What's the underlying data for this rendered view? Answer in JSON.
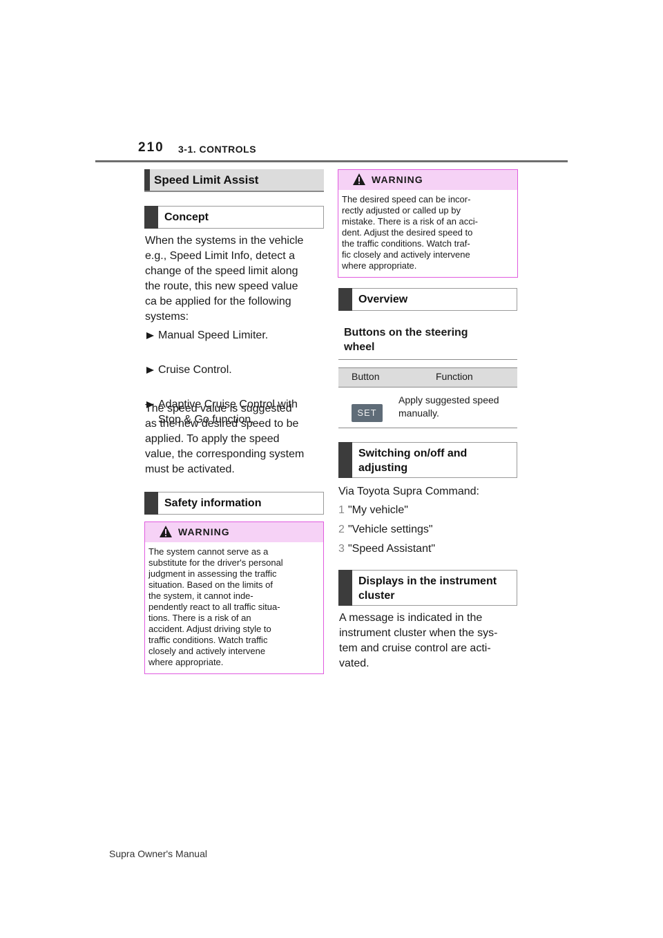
{
  "header": {
    "page_number": "210",
    "section": "3-1. CONTROLS"
  },
  "left": {
    "main_heading": "Speed Limit Assist",
    "concept_heading": "Concept",
    "concept_lines": [
      "When the systems in the vehicle",
      "e.g., Speed Limit Info, detect a",
      "change of the speed limit along",
      "the route, this new speed value",
      "ca be applied for the following",
      "systems:"
    ],
    "bullets": [
      [
        "Manual Speed Limiter."
      ],
      [
        "Cruise Control."
      ],
      [
        "Adaptive Cruise Control with",
        "Stop & Go function."
      ]
    ],
    "suggest_lines": [
      "The speed value is suggested",
      "as the new desired speed to be",
      "applied. To apply the speed",
      "value, the corresponding system",
      "must be activated."
    ],
    "safety_heading": "Safety information",
    "warning": {
      "label": "WARNING",
      "icon": "warning-triangle-icon",
      "lines": [
        "The system cannot serve as a",
        "substitute for the driver's personal",
        "judgment in assessing the traffic",
        "situation. Based on the limits of",
        "the system, it cannot inde-",
        "pendently react to all traffic situa-",
        "tions. There is a risk of an",
        "accident. Adjust driving style to",
        "traffic conditions. Watch traffic",
        "closely and actively intervene",
        "where appropriate."
      ]
    }
  },
  "right": {
    "warning": {
      "label": "WARNING",
      "icon": "warning-triangle-icon",
      "lines": [
        "The desired speed can be incor-",
        "rectly adjusted or called up by",
        "mistake. There is a risk of an acci-",
        "dent. Adjust the desired speed to",
        "the traffic conditions. Watch traf-",
        "fic closely and actively intervene",
        "where appropriate."
      ]
    },
    "overview_heading": "Overview",
    "buttons_heading_lines": [
      "Buttons on the steering",
      "wheel"
    ],
    "table": {
      "headers": [
        "Button",
        "Function"
      ],
      "rows": [
        {
          "button_label": "SET",
          "function_lines": [
            "Apply suggested speed",
            "manually."
          ]
        }
      ]
    },
    "switching_heading_lines": [
      "Switching on/off and",
      "adjusting"
    ],
    "command_intro": "Via Toyota Supra Command:",
    "steps": [
      {
        "num": "1",
        "text": "\"My vehicle\""
      },
      {
        "num": "2",
        "text": "\"Vehicle settings\""
      },
      {
        "num": "3",
        "text": "\"Speed Assistant\""
      }
    ],
    "displays_heading_lines": [
      "Displays in the instrument",
      "cluster"
    ],
    "displays_lines": [
      "A message is indicated in the",
      "instrument cluster when the sys-",
      "tem and cruise control are acti-",
      "vated."
    ]
  },
  "footer": {
    "text": "Supra Owner's Manual"
  },
  "colors": {
    "warning_border": "#e05adf",
    "warning_header": "#f6d2f6",
    "heading_gray": "#dcdcdc",
    "heading_bar": "#3c3c3c",
    "set_button": "#5f6c78"
  }
}
